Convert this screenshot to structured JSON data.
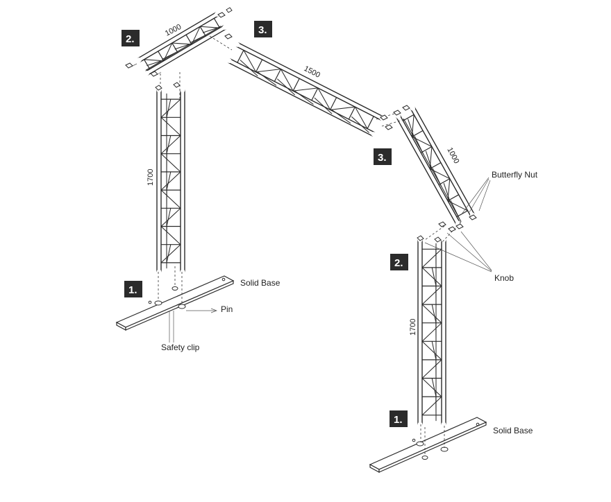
{
  "steps": {
    "left_base": "1.",
    "left_top_beam": "2.",
    "top_joint_center": "3.",
    "right_joint": "3.",
    "right_upright": "2.",
    "right_base": "1."
  },
  "dimensions": {
    "left_top_beam": "1000",
    "center_beam": "1500",
    "right_diagonal": "1000",
    "left_upright": "1700",
    "right_upright": "1700"
  },
  "callouts": {
    "left_base": "Solid Base",
    "pin": "Pin",
    "safety_clip": "Safety clip",
    "butterfly_nut": "Butterfly Nut",
    "knob": "Knob",
    "right_base": "Solid Base"
  }
}
